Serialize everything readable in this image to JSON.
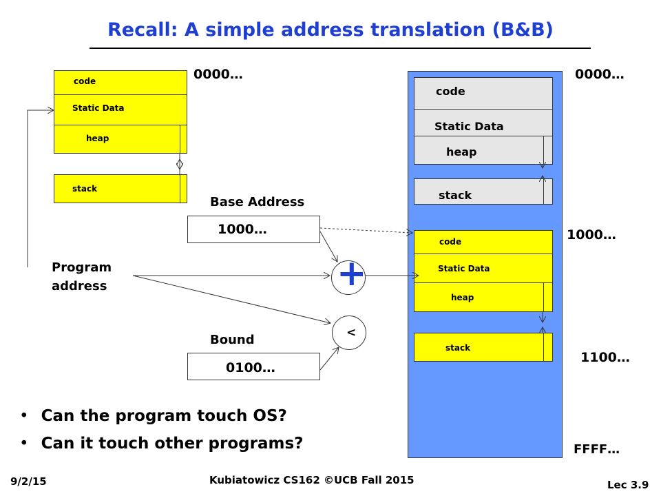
{
  "title": "Recall: A simple address translation (B&B)",
  "program_view": {
    "segments": [
      "code",
      "Static Data",
      "heap",
      "stack"
    ],
    "start_addr": "0000…",
    "input_label": "Program address"
  },
  "base": {
    "label": "Base Address",
    "value": "1000…"
  },
  "bound": {
    "label": "Bound",
    "value": "0100…"
  },
  "ops": {
    "add_symbol": "+",
    "compare_symbol": "<"
  },
  "physical_memory": {
    "os_segments": [
      "code",
      "Static Data",
      "heap",
      "stack"
    ],
    "program_segments": [
      "code",
      "Static Data",
      "heap",
      "stack"
    ],
    "addresses": [
      "0000…",
      "1000…",
      "1100…",
      "FFFF…"
    ]
  },
  "bullets": [
    "Can the program touch OS?",
    "Can it touch other programs?"
  ],
  "footer": {
    "date": "9/2/15",
    "center": "Kubiatowicz CS162 ©UCB Fall 2015",
    "lec": "Lec 3.9"
  },
  "colors": {
    "title": "#1f3fd0",
    "segment": "#ffff00",
    "os_segment": "#e6e6e6",
    "memory": "#6699ff",
    "plus": "#1f3fd0"
  }
}
